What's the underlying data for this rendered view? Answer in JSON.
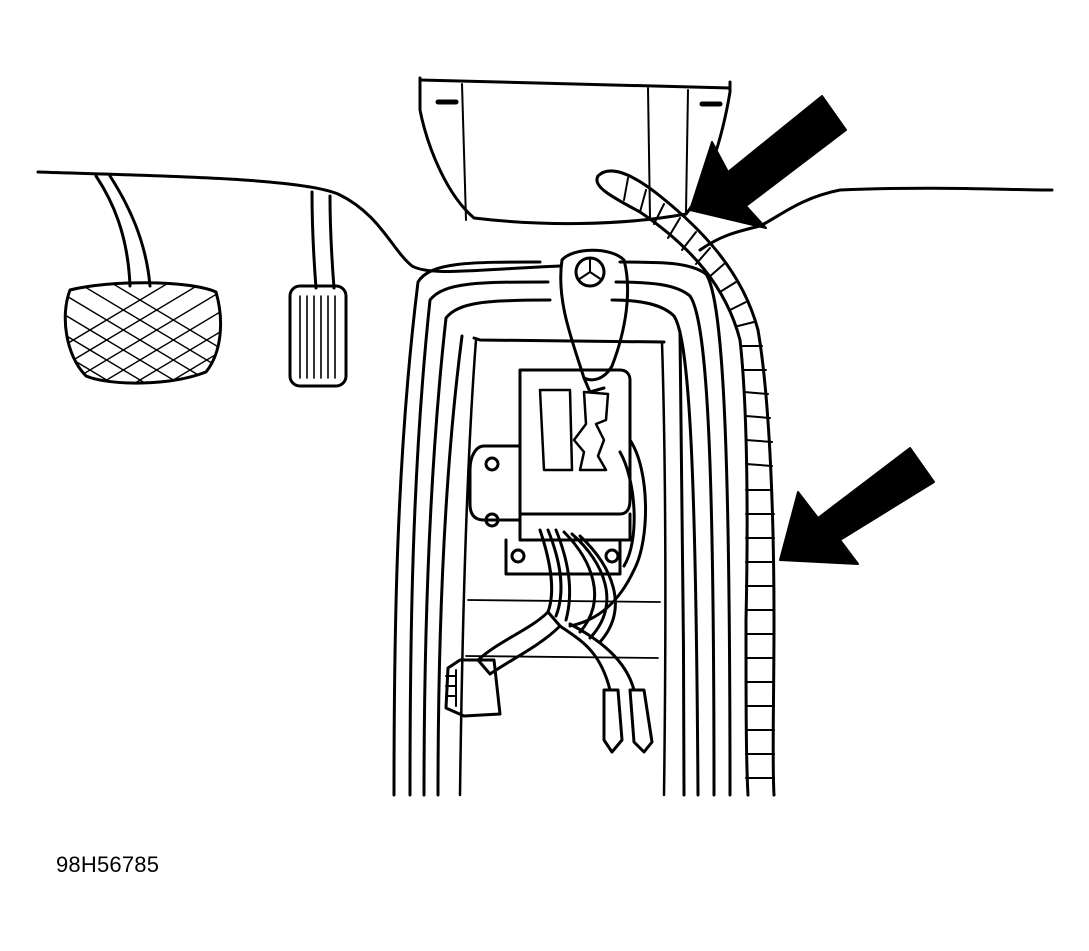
{
  "figure": {
    "id_label": "98H56785",
    "line_color": "#000000",
    "background": "#ffffff",
    "callouts": [
      {
        "name": "upper-arrow",
        "points_to": "harness-upper"
      },
      {
        "name": "lower-arrow",
        "points_to": "harness-lower"
      }
    ]
  }
}
